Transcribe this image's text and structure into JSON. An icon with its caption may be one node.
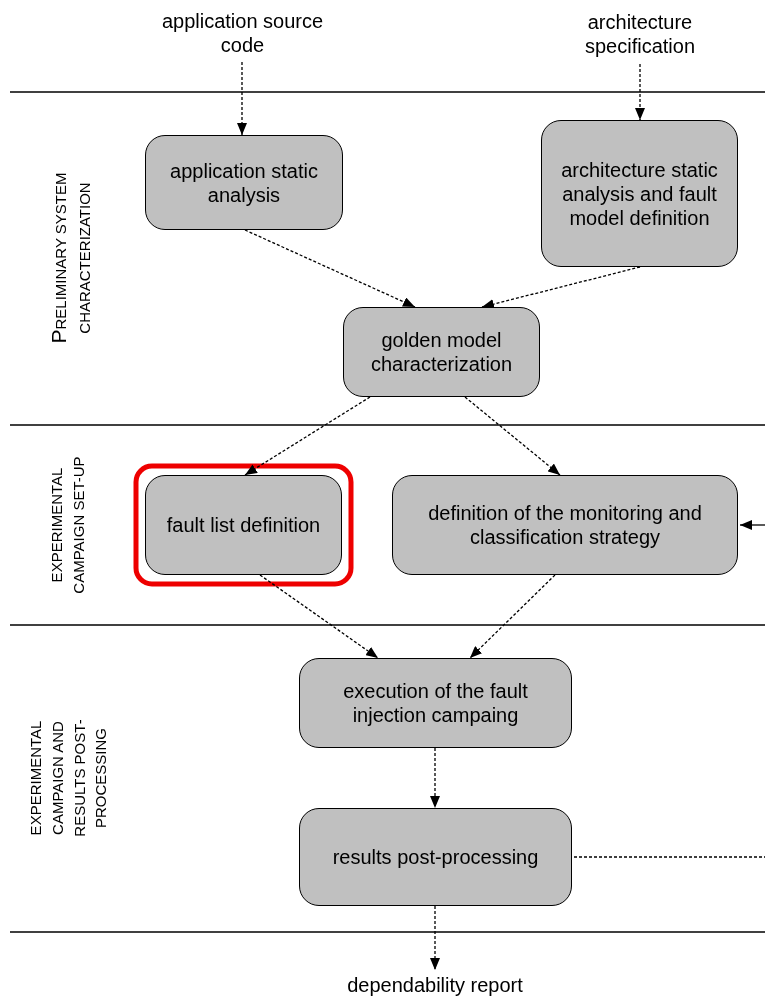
{
  "diagram": {
    "nodes": [
      {
        "text": [
          "application source code"
        ]
      },
      {
        "text": [
          "architecture specification"
        ]
      },
      {
        "text": [
          "application static analysis"
        ]
      },
      {
        "text": [
          "architecture static analysis and fault model definition"
        ]
      },
      {
        "text": [
          "golden model characterization"
        ]
      },
      {
        "text": [
          "fault list definition"
        ]
      },
      {
        "text": [
          "definition of the monitoring and classification strategy"
        ]
      },
      {
        "text": [
          "execution of the fault injection campaing"
        ]
      },
      {
        "text": [
          "results post-processing"
        ]
      },
      {
        "text": [
          "dependability report"
        ]
      }
    ],
    "edges": [
      {
        "from": 0,
        "to": 2,
        "arrow": "to",
        "style": "dashed"
      },
      {
        "from": 1,
        "to": 3,
        "arrow": "to",
        "style": "dashed"
      },
      {
        "from": 2,
        "to": 4,
        "arrow": "to",
        "style": "dashed"
      },
      {
        "from": 3,
        "to": 4,
        "arrow": "to",
        "style": "dashed"
      },
      {
        "from": 4,
        "to": 5,
        "arrow": "to",
        "style": "dashed"
      },
      {
        "from": 4,
        "to": 6,
        "arrow": "to",
        "style": "dashed"
      },
      {
        "from": 5,
        "to": 7,
        "arrow": "to",
        "style": "dashed"
      },
      {
        "from": 6,
        "to": 7,
        "arrow": "to",
        "style": "dashed"
      },
      {
        "from": 7,
        "to": 8,
        "arrow": "to",
        "style": "dashed"
      },
      {
        "from": 8,
        "to": 9,
        "arrow": "to",
        "style": "dashed"
      },
      {
        "from": 8,
        "to": null,
        "arrow": "none",
        "style": "dashed"
      },
      {
        "from": null,
        "to": 6,
        "arrow": "to"
      }
    ],
    "labels": [
      "PRELIMINARY SYSTEM CHARACTERIZATION",
      "EXPERIMENTAL CAMPAIGN SET-UP",
      "EXPERIMENTAL CAMPAIGN AND RESULTS POST-PROCESSING"
    ]
  }
}
